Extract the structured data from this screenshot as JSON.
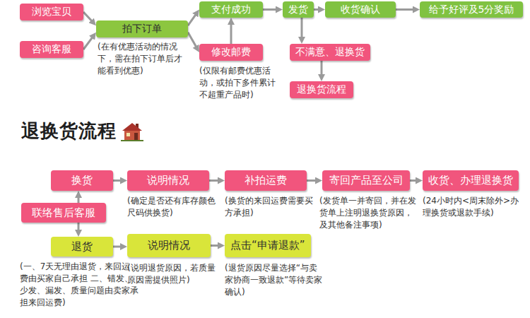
{
  "diagram": {
    "title": "退换货流程",
    "nodes": [
      {
        "text": [
          "浏览宝贝"
        ]
      },
      {
        "text": [
          "咨询客服"
        ]
      },
      {
        "text": [
          "拍下订单"
        ]
      },
      {
        "text": [
          "支付成功"
        ]
      },
      {
        "text": [
          "修改邮费"
        ]
      },
      {
        "text": [
          "发货"
        ]
      },
      {
        "text": [
          "收货确认"
        ]
      },
      {
        "text": [
          "给予好评及5分奖励"
        ]
      },
      {
        "text": [
          "不满意、退换货"
        ]
      },
      {
        "text": [
          "退换货流程"
        ]
      },
      {
        "text": [
          "换货"
        ]
      },
      {
        "text": [
          "联络售后客服"
        ]
      },
      {
        "text": [
          "退货"
        ]
      },
      {
        "text": [
          "说明情况"
        ]
      },
      {
        "text": [
          "补拍运费"
        ]
      },
      {
        "text": [
          "寄回产品至公司"
        ]
      },
      {
        "text": [
          "收货、办理退换货"
        ]
      },
      {
        "text": [
          "说明情况"
        ]
      },
      {
        "text": [
          "点击“申请退款”"
        ]
      }
    ],
    "edges": [
      {
        "from": 0,
        "to": 2,
        "arrow": "to"
      },
      {
        "from": 1,
        "to": 2,
        "arrow": "to"
      },
      {
        "from": 2,
        "to": 3,
        "arrow": "to"
      },
      {
        "from": 2,
        "to": 4,
        "arrow": "to"
      },
      {
        "from": 4,
        "to": 3,
        "arrow": "to"
      },
      {
        "from": 3,
        "to": 5,
        "arrow": "to"
      },
      {
        "from": 5,
        "to": 6,
        "arrow": "to"
      },
      {
        "from": 6,
        "to": 7,
        "arrow": "to"
      },
      {
        "from": 5,
        "to": 8,
        "arrow": "to"
      },
      {
        "from": 8,
        "to": 9,
        "arrow": "to"
      },
      {
        "from": 11,
        "to": 10,
        "arrow": "to"
      },
      {
        "from": 11,
        "to": 12,
        "arrow": "to"
      },
      {
        "from": 10,
        "to": 13,
        "arrow": "to"
      },
      {
        "from": 13,
        "to": 14,
        "arrow": "to"
      },
      {
        "from": 14,
        "to": 15,
        "arrow": "to"
      },
      {
        "from": 15,
        "to": 16,
        "arrow": "to"
      },
      {
        "from": 12,
        "to": 17,
        "arrow": "to"
      },
      {
        "from": 17,
        "to": 18,
        "arrow": "to"
      }
    ],
    "labels": [
      "(在有优惠活动的情况下，需在拍下订单后才能看到优惠)",
      "(仅限有邮费优惠活动，或拍下多件累计不超重产品时)",
      "(确定是否还有库存颜色尺码供换货)",
      "(换货的来回运费需要买方承担)",
      "(发货单一并寄回，并在发货单上注明退换货原因，及其他备注事项)",
      "(24小时内<周末除外>办理换货或退款手续)",
      "(一、7天无理由退货，来回运费由买家自己承担 二、错发、少发、漏发、质量问题由卖家承担来回运费)",
      "(说明退货原因，若质量原因需提供照片)",
      "(退货原因尽量选择“与卖家协商一致退款”等待卖家确认)"
    ]
  }
}
